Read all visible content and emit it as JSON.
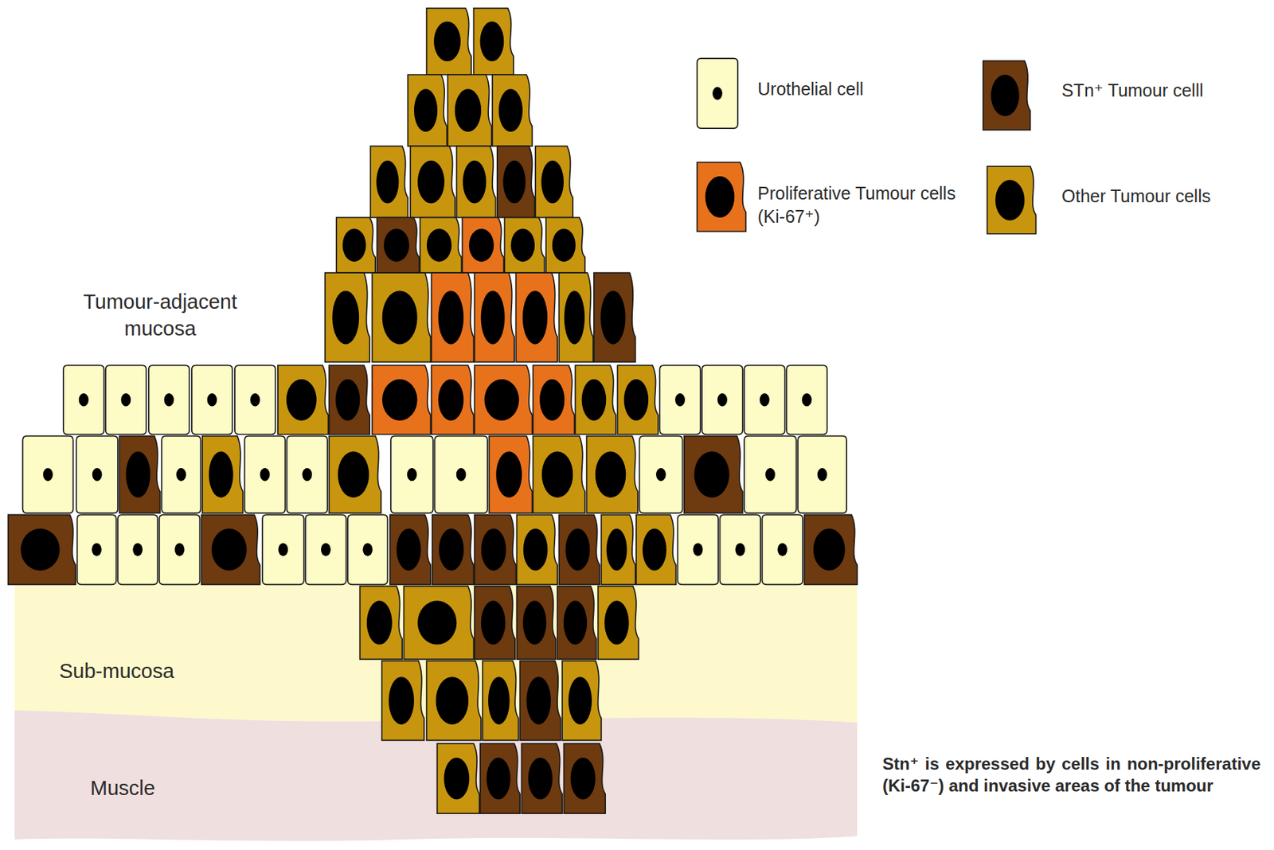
{
  "diagram": {
    "labels": [
      "Tumour-adjacent mucosa",
      "Sub-mucosa",
      "Muscle",
      "Stn⁺ is expressed by cells in non-proliferative (Ki-67⁻) and invasive areas of the tumour"
    ],
    "legend": [
      {
        "text": "Urothelial cell",
        "color": "#fdfbc6"
      },
      {
        "text": "STn⁺ Tumour celll",
        "color": "#6e3a10"
      },
      {
        "text": "Proliferative Tumour cells (Ki-67⁺)",
        "color": "#e8721c"
      },
      {
        "text": "Other Tumour cells",
        "color": "#c8960e"
      }
    ]
  }
}
